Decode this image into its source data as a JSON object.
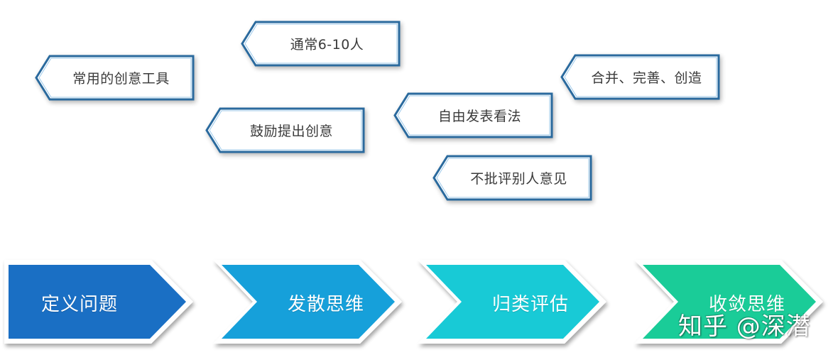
{
  "diagram": {
    "callouts": [
      {
        "id": "common-creative-tools",
        "label": "常用的创意工具"
      },
      {
        "id": "usually-6-10-people",
        "label": "通常6-10人"
      },
      {
        "id": "encourage-ideas",
        "label": "鼓励提出创意"
      },
      {
        "id": "express-freely",
        "label": "自由发表看法"
      },
      {
        "id": "no-criticism",
        "label": "不批评别人意见"
      },
      {
        "id": "merge-improve-create",
        "label": "合并、完善、创造"
      }
    ],
    "steps": [
      {
        "id": "define-problem",
        "label": "定义问题",
        "color": "#1A6FC4"
      },
      {
        "id": "divergent-thinking",
        "label": "发散思维",
        "color": "#16A0DA"
      },
      {
        "id": "categorize-evaluate",
        "label": "归类评估",
        "color": "#18CAD6"
      },
      {
        "id": "convergent-thinking",
        "label": "收敛思维",
        "color": "#1ACC98"
      }
    ],
    "callout_style": {
      "border_color": "#2B6A9E",
      "inner_stroke_color": "#9CC9EA",
      "fill_color": "#FFFFFF",
      "text_color": "#3A3A3A"
    }
  },
  "watermark": {
    "text": "知乎 @深潜"
  }
}
